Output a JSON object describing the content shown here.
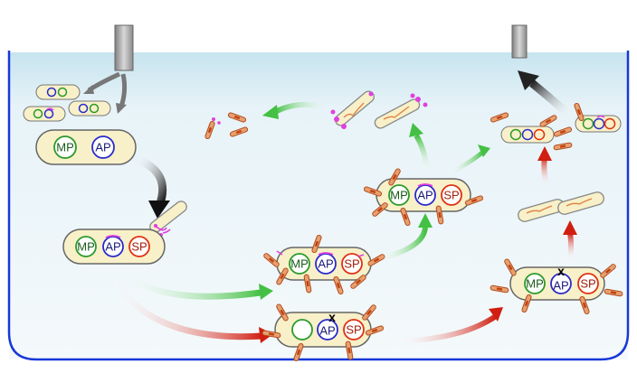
{
  "labels": {
    "mp": "MP",
    "ap": "AP",
    "sp": "SP",
    "knockout": "x"
  },
  "colors": {
    "mp": "#2a9a2a",
    "ap": "#2a2acc",
    "sp": "#e03010",
    "cell_fill": "#f8f0c8",
    "phage": "#d06030",
    "pili": "#e040e0",
    "green_arrow": "#50c850",
    "red_arrow": "#d02010",
    "black_arrow": "#222222",
    "culture_border": "#1838d8"
  }
}
